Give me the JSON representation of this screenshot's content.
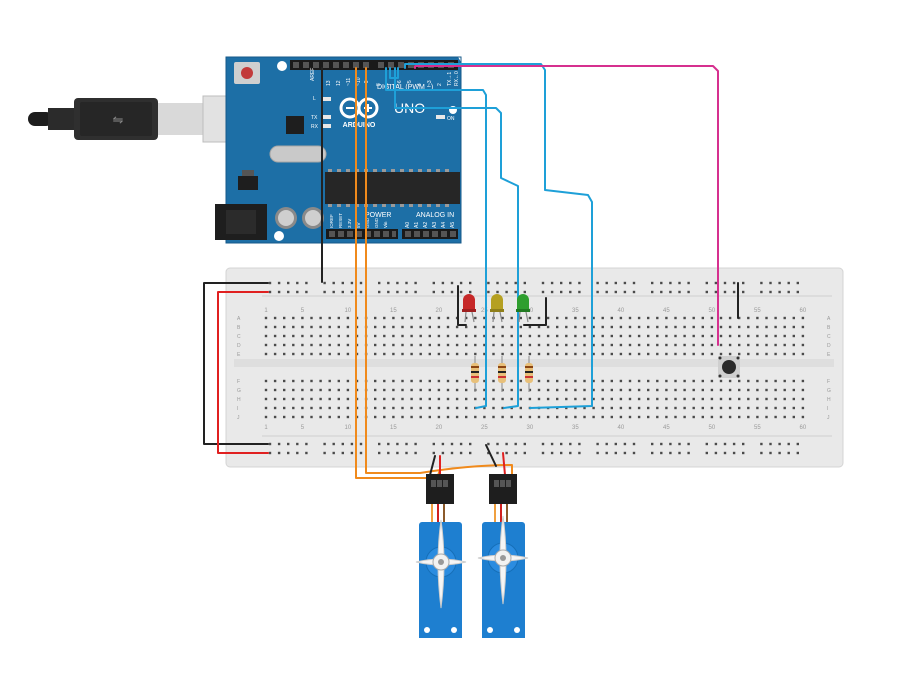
{
  "arduino": {
    "logo_text": "ARDUINO",
    "model": "UNO",
    "digital_label": "DIGITAL (PWM ~)",
    "power_label": "POWER",
    "analog_label": "ANALOG IN",
    "on_label": "ON",
    "aref_label": "AREF",
    "led_labels": [
      "L",
      "TX",
      "RX"
    ],
    "digital_pins": [
      "13",
      "12",
      "~11",
      "~10",
      "~9",
      "8",
      "7",
      "~6",
      "~5",
      "4",
      "~3",
      "2",
      "TX→1",
      "RX←0"
    ],
    "power_pins": [
      "IOREF",
      "RESET",
      "3.3V",
      "5V",
      "GND",
      "GND",
      "Vin"
    ],
    "analog_pins": [
      "A0",
      "A1",
      "A2",
      "A3",
      "A4",
      "A5"
    ]
  },
  "breadboard": {
    "column_labels": [
      "1",
      "5",
      "10",
      "15",
      "20",
      "25",
      "30",
      "35",
      "40",
      "45",
      "50",
      "55",
      "60"
    ],
    "row_labels_top": [
      "A",
      "B",
      "C",
      "D",
      "E"
    ],
    "row_labels_bottom": [
      "F",
      "G",
      "H",
      "I",
      "J"
    ]
  },
  "components": {
    "leds": [
      "red",
      "yellow",
      "green"
    ],
    "resistor_count": 3,
    "servo_count": 2,
    "pushbutton_count": 1
  },
  "colors": {
    "board_blue": "#1d6fa6",
    "wire_blue": "#1ea0d8",
    "wire_orange": "#f08a1c",
    "wire_magenta": "#d6308f",
    "wire_red": "#e02020",
    "wire_black": "#222222",
    "servo_blue": "#1e7fd0",
    "led_red": "#c62828",
    "led_yellow": "#b5a021",
    "led_green": "#2e9e2e"
  }
}
